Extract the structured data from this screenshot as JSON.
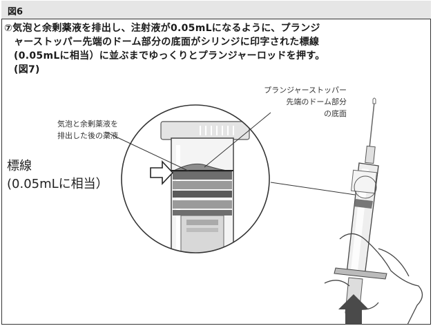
{
  "figure_label": "図6",
  "instruction": {
    "line1": "⑦気泡と余剰薬液を排出し、注射液が0.05mLになるように、プランジ",
    "line2": "ャーストッパー先端のドーム部分の底面がシリンジに印字された標線",
    "line3": "(0.05mLに相当）に並ぶまでゆっくりとプランジャーロッドを押す。",
    "line4": "(図7)"
  },
  "labels": {
    "bubbles_line1": "気泡と余剰薬液を",
    "bubbles_line2": "排出した後の薬液",
    "stopper_line1": "プランジャーストッパー",
    "stopper_line2": "先端のドーム部分",
    "stopper_line3": "の底面",
    "marker_line1": "標線",
    "marker_line2": "(0.05mLに相当）"
  },
  "icons": {
    "arrow": "hollow-right-arrow-icon",
    "push_arrow": "up-arrow-icon"
  },
  "colors": {
    "header_bg": "#e6e6e6",
    "line": "#333333",
    "gray_dark": "#555555",
    "gray_mid": "#9a9a9a",
    "gray_light": "#d8d8d8"
  }
}
